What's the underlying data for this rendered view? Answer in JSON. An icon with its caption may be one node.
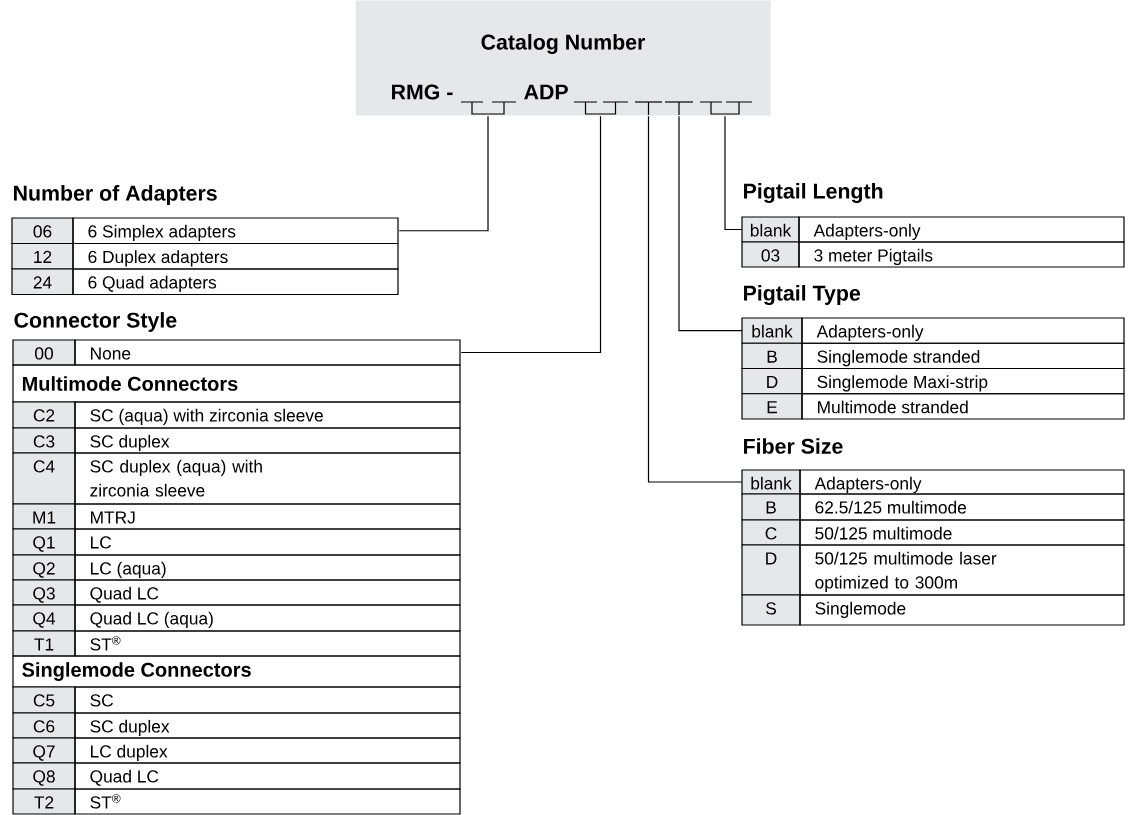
{
  "diagram": {
    "nodes": [
      {
        "text": [
          "Catalog Number",
          "RMG -",
          "ADP"
        ]
      },
      {
        "text": [
          "Number of Adapters",
          "06",
          "6 Simplex adapters",
          "12",
          "6 Duplex adapters",
          "24",
          "6 Quad adapters"
        ]
      },
      {
        "text": [
          "Pigtail Length",
          "blank",
          "Adapters-only",
          "03",
          "3 meter Pigtails"
        ]
      },
      {
        "text": [
          "Connector Style",
          "00",
          "None",
          "Multimode Connectors",
          "C2",
          "SC (aqua) with zirconia sleeve",
          "C3",
          "SC duplex",
          "C4",
          "SC duplex (aqua) with zirconia sleeve",
          "M1",
          "MTRJ",
          "Q1",
          "LC",
          "Q2",
          "LC (aqua)",
          "Q3",
          "Quad LC",
          "Q4",
          "Quad LC (aqua)",
          "T1",
          "ST$^{®}$",
          "Singlemode Connectors",
          "C5",
          "SC",
          "C6",
          "SC duplex",
          "Q7",
          "LC duplex",
          "Q8",
          "Quad LC",
          "T2",
          "ST$^{®}$"
        ]
      },
      {
        "text": [
          "Pigtail Type",
          "blank",
          "Adapters-only",
          "B",
          "Singlemode stranded",
          "D",
          "Singlemode Maxi-strip",
          "E",
          "Multimode stranded"
        ]
      },
      {
        "text": [
          "Fiber Size",
          "blank",
          "Adapters-only",
          "B",
          "62.5/125 multimode",
          "C",
          "50/125 multimode",
          "D",
          "50/125 multimode laser optimized to 300m",
          "S",
          "Singlemode"
        ]
      }
    ],
    "edges": [
      {
        "from": 0,
        "to": 1,
        "arrow": "none"
      },
      {
        "from": 0,
        "to": 3,
        "arrow": "none"
      },
      {
        "from": 0,
        "to": 5,
        "arrow": "none"
      },
      {
        "from": 0,
        "to": 4,
        "arrow": "none"
      },
      {
        "from": 0,
        "to": 2,
        "arrow": "none"
      }
    ]
  }
}
